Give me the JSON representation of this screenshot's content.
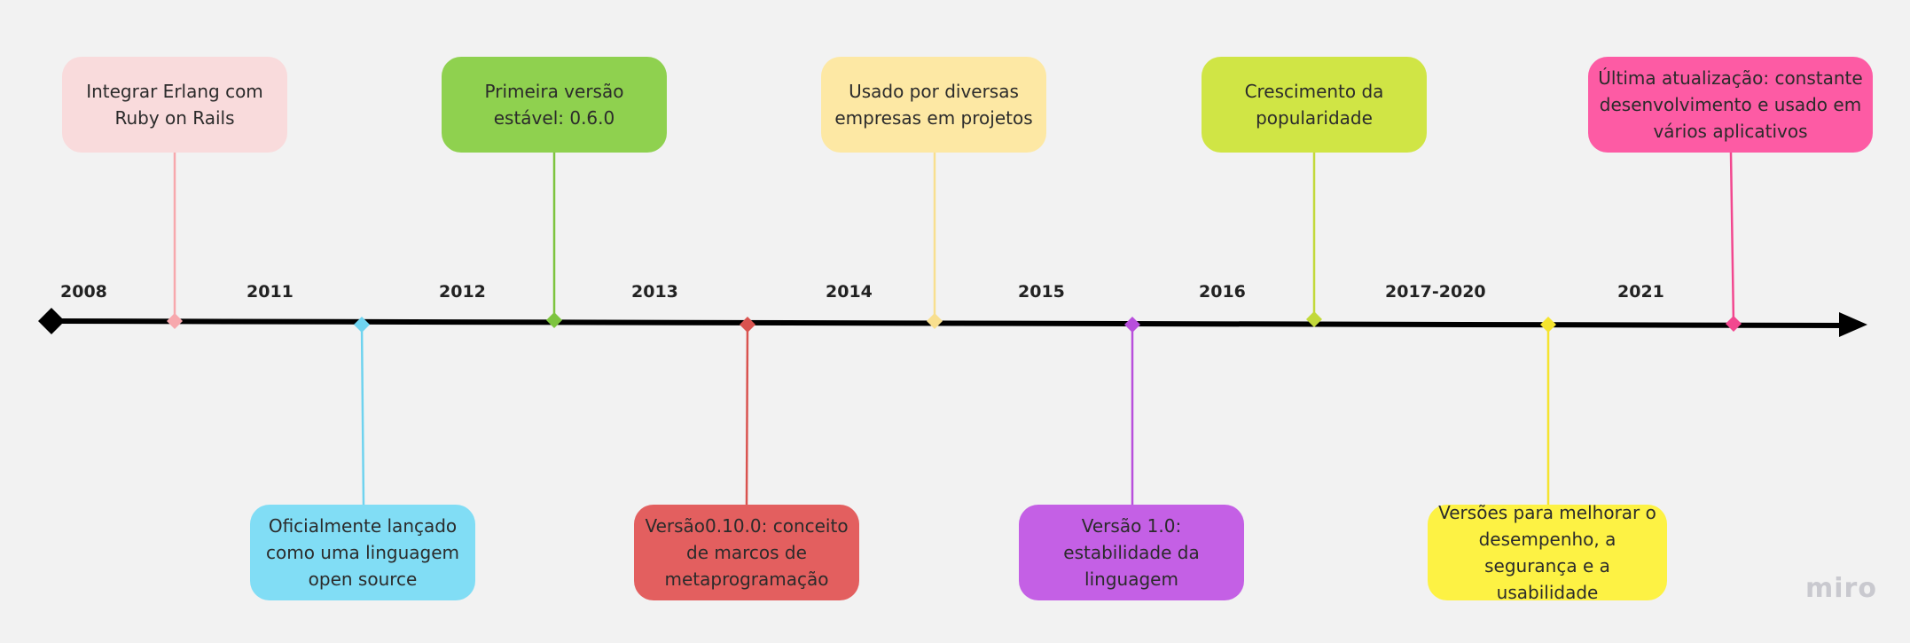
{
  "timeline": {
    "years": [
      {
        "label": "2008"
      },
      {
        "label": "2011"
      },
      {
        "label": "2012"
      },
      {
        "label": "2013"
      },
      {
        "label": "2014"
      },
      {
        "label": "2015"
      },
      {
        "label": "2016"
      },
      {
        "label": "2017-2020"
      },
      {
        "label": "2021"
      }
    ],
    "events": [
      {
        "text": "Integrar Erlang com Ruby on Rails",
        "color": "#f9dbdc",
        "connector_color": "#f7a8ad",
        "position": "above"
      },
      {
        "text": "Oficialmente lançado como uma linguagem open source",
        "color": "#81ddf5",
        "connector_color": "#6fd3ef",
        "position": "below"
      },
      {
        "text": "Primeira versão estável: 0.6.0",
        "color": "#8fd14f",
        "connector_color": "#7dc43e",
        "position": "above"
      },
      {
        "text": "Versão0.10.0: conceito de marcos de metaprogramação",
        "color": "#e35f5f",
        "connector_color": "#d9534f",
        "position": "below"
      },
      {
        "text": "Usado por diversas empresas em projetos",
        "color": "#fde8a4",
        "connector_color": "#f8df8f",
        "position": "above"
      },
      {
        "text": "Versão 1.0: estabilidade da linguagem",
        "color": "#c460e5",
        "connector_color": "#b84fdc",
        "position": "below"
      },
      {
        "text": "Crescimento da popularidade",
        "color": "#d0e545",
        "connector_color": "#c2d93a",
        "position": "above"
      },
      {
        "text": "Versões para melhorar o desempenho, a segurança e a usabilidade",
        "color": "#fdf244",
        "connector_color": "#f5e42f",
        "position": "below"
      },
      {
        "text": "Última atualização: constante desenvolvimento e usado em vários aplicativos",
        "color": "#fd5ba4",
        "connector_color": "#f2478f",
        "position": "above"
      }
    ]
  },
  "logo": {
    "text": "miro"
  }
}
